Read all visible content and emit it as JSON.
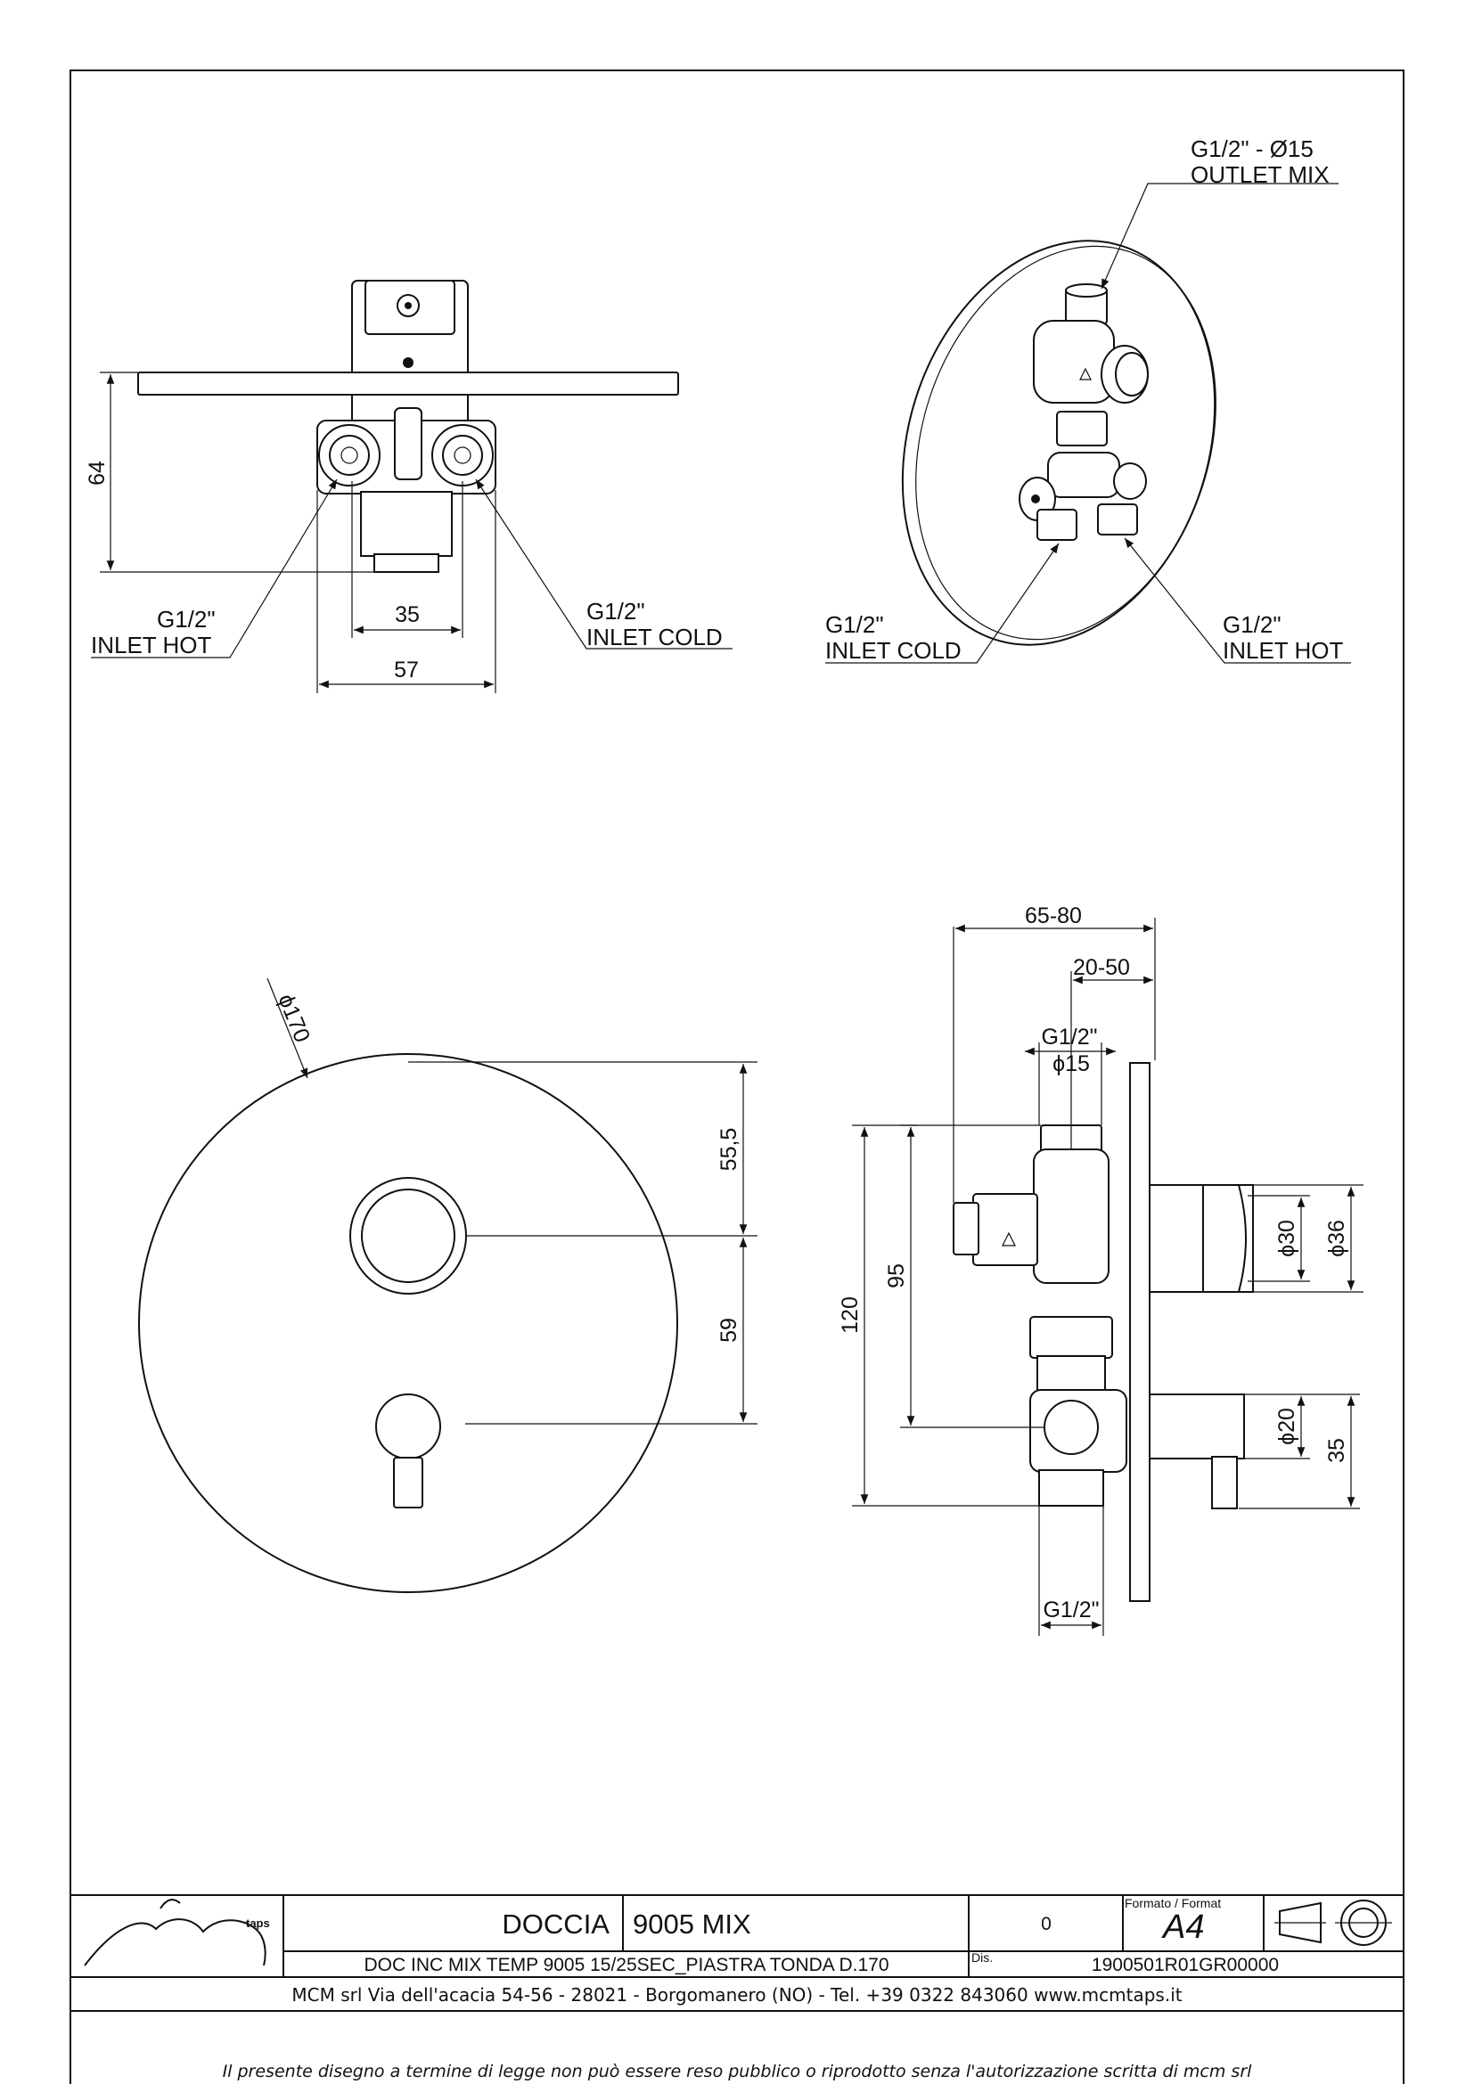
{
  "views": {
    "front_top": {
      "dim_height": "64",
      "dim_inner": "35",
      "dim_outer": "57",
      "inlet_hot": [
        "G1/2\"",
        "INLET HOT"
      ],
      "inlet_cold": [
        "G1/2\"",
        "INLET COLD"
      ]
    },
    "back_plate": {
      "outlet_mix": [
        "G1/2\" - Ø15",
        "OUTLET MIX"
      ],
      "inlet_cold": [
        "G1/2\"",
        "INLET COLD"
      ],
      "inlet_hot": [
        "G1/2\"",
        "INLET HOT"
      ]
    },
    "round_plate": {
      "diameter": "ϕ170",
      "dim_upper": "55,5",
      "dim_lower": "59"
    },
    "side": {
      "depth_range": "65-80",
      "wall_range": "20-50",
      "outlet_thread": "G1/2\"",
      "outlet_diameter": "ϕ15",
      "height_total": "120",
      "height_inner": "95",
      "knob_d_small": "ϕ30",
      "knob_d_large": "ϕ36",
      "lever_d": "ϕ20",
      "lever_h": "35",
      "bottom_thread": "G1/2\""
    }
  },
  "title_block": {
    "product": "DOCCIA",
    "model": "9005 MIX",
    "revision": "0",
    "format_label": "Formato / Format",
    "format": "A4",
    "description": "DOC INC MIX TEMP 9005 15/25SEC_PIASTRA TONDA D.170",
    "drawn_label": "Dis.",
    "code": "1900501R01GR00000",
    "address": "MCM srl Via dell'acacia 54-56 - 28021 - Borgomanero (NO) - Tel. +39 0322 843060 www.mcmtaps.it",
    "disclaimer": "Il presente disegno a termine di legge non può essere reso pubblico o riprodotto senza l'autorizzazione scritta di mcm srl",
    "logo_text": "mcm",
    "logo_sub": "taps"
  }
}
